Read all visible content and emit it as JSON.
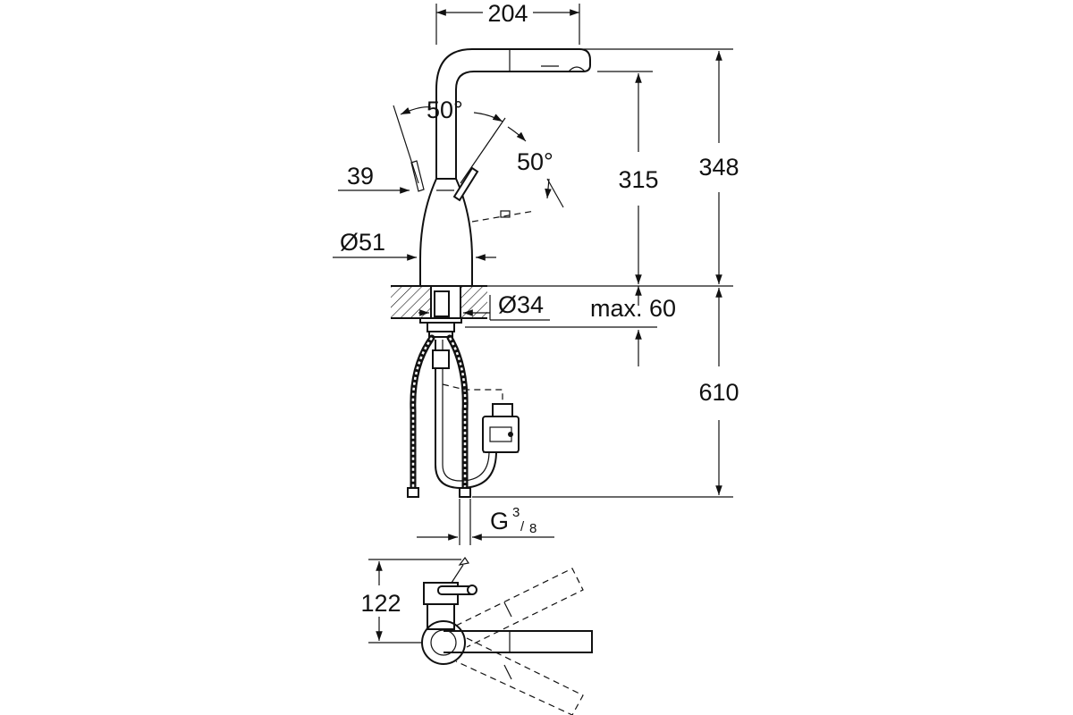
{
  "dimensions": {
    "width_spout": "204",
    "angle_left": "50°",
    "angle_right": "50°",
    "offset": "39",
    "base_diameter": "Ø51",
    "hole_diameter": "Ø34",
    "max_thickness": "max. 60",
    "spout_height": "315",
    "total_height": "348",
    "hose_length": "610",
    "thread_main": "G",
    "thread_num": "3",
    "thread_den": "8",
    "plan_depth": "122"
  }
}
